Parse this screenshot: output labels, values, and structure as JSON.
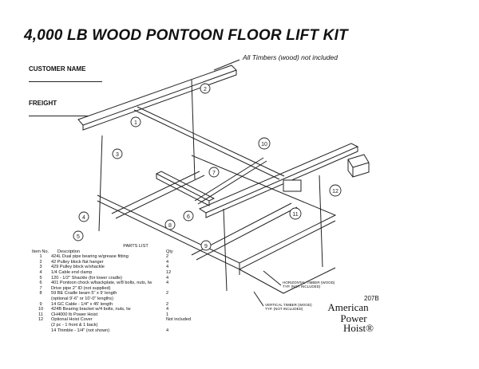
{
  "title": "4,000 LB WOOD PONTOON FLOOR LIFT KIT",
  "customer_label": "CUSTOMER NAME",
  "freight_label": "FREIGHT",
  "timbers_note": "All Timbers (wood) not included",
  "callouts": [
    "1",
    "2",
    "3",
    "4",
    "5",
    "6",
    "7",
    "8",
    "9",
    "10",
    "11",
    "12"
  ],
  "labels": {
    "horizontal": [
      "HORIZONTAL TIMBER (WOOD)",
      "TYP. (NOT INCLUDED)"
    ],
    "vertical": [
      "VERTICAL TIMBER (WOOD)",
      "TYP. (NOT INCLUDED)"
    ]
  },
  "parts": {
    "heading": "PARTS LIST",
    "columns": {
      "item": "Item No.",
      "desc": "Description",
      "qty": "Qty"
    },
    "rows": [
      {
        "item": "1",
        "desc": "424L Dual pipe bearing w/grease fitting",
        "qty": "2"
      },
      {
        "item": "2",
        "desc": "42 Pulley block flat hanger",
        "qty": "4"
      },
      {
        "item": "3",
        "desc": "429 Pulley block w/shackle",
        "qty": "4"
      },
      {
        "item": "4",
        "desc": "1/4  Cable end clamp",
        "qty": "12"
      },
      {
        "item": "5",
        "desc": "120 - 1/2\"  Shackle (for lower cradle)",
        "qty": "4"
      },
      {
        "item": "6",
        "desc": "401 Pontoon chock w/backplate, w/8 bolts, nuts, lw",
        "qty": "4"
      },
      {
        "item": "7",
        "desc": "Drive pipe 2\" ID (not supplied)",
        "qty": ""
      },
      {
        "item": "8",
        "desc": "59 BE Cradle beam 5\" x 9' length",
        "qty": "2"
      },
      {
        "item": "",
        "desc": "(optional 9'-6\" or 10'-0\" lengths)",
        "qty": ""
      },
      {
        "item": "9",
        "desc": "14 GC Cable - 1/4\" x 45' length",
        "qty": "2"
      },
      {
        "item": "10",
        "desc": "424B Bearing bracket w/4 bolts, nuts, lw",
        "qty": "4"
      },
      {
        "item": "11",
        "desc": "CH4000 lb Power Hoist",
        "qty": "1"
      },
      {
        "item": "12",
        "desc": "Optional Hoist Cover",
        "qty": "Not included"
      },
      {
        "item": "",
        "desc": "(2 pc - 1 front & 1 back)",
        "qty": ""
      },
      {
        "item": "",
        "desc": "14 Thimble - 1/4\" (not shown)",
        "qty": "4"
      }
    ]
  },
  "logo": {
    "code": "207B",
    "line1": "American",
    "line2": "Power",
    "line3": "Hoist®"
  }
}
